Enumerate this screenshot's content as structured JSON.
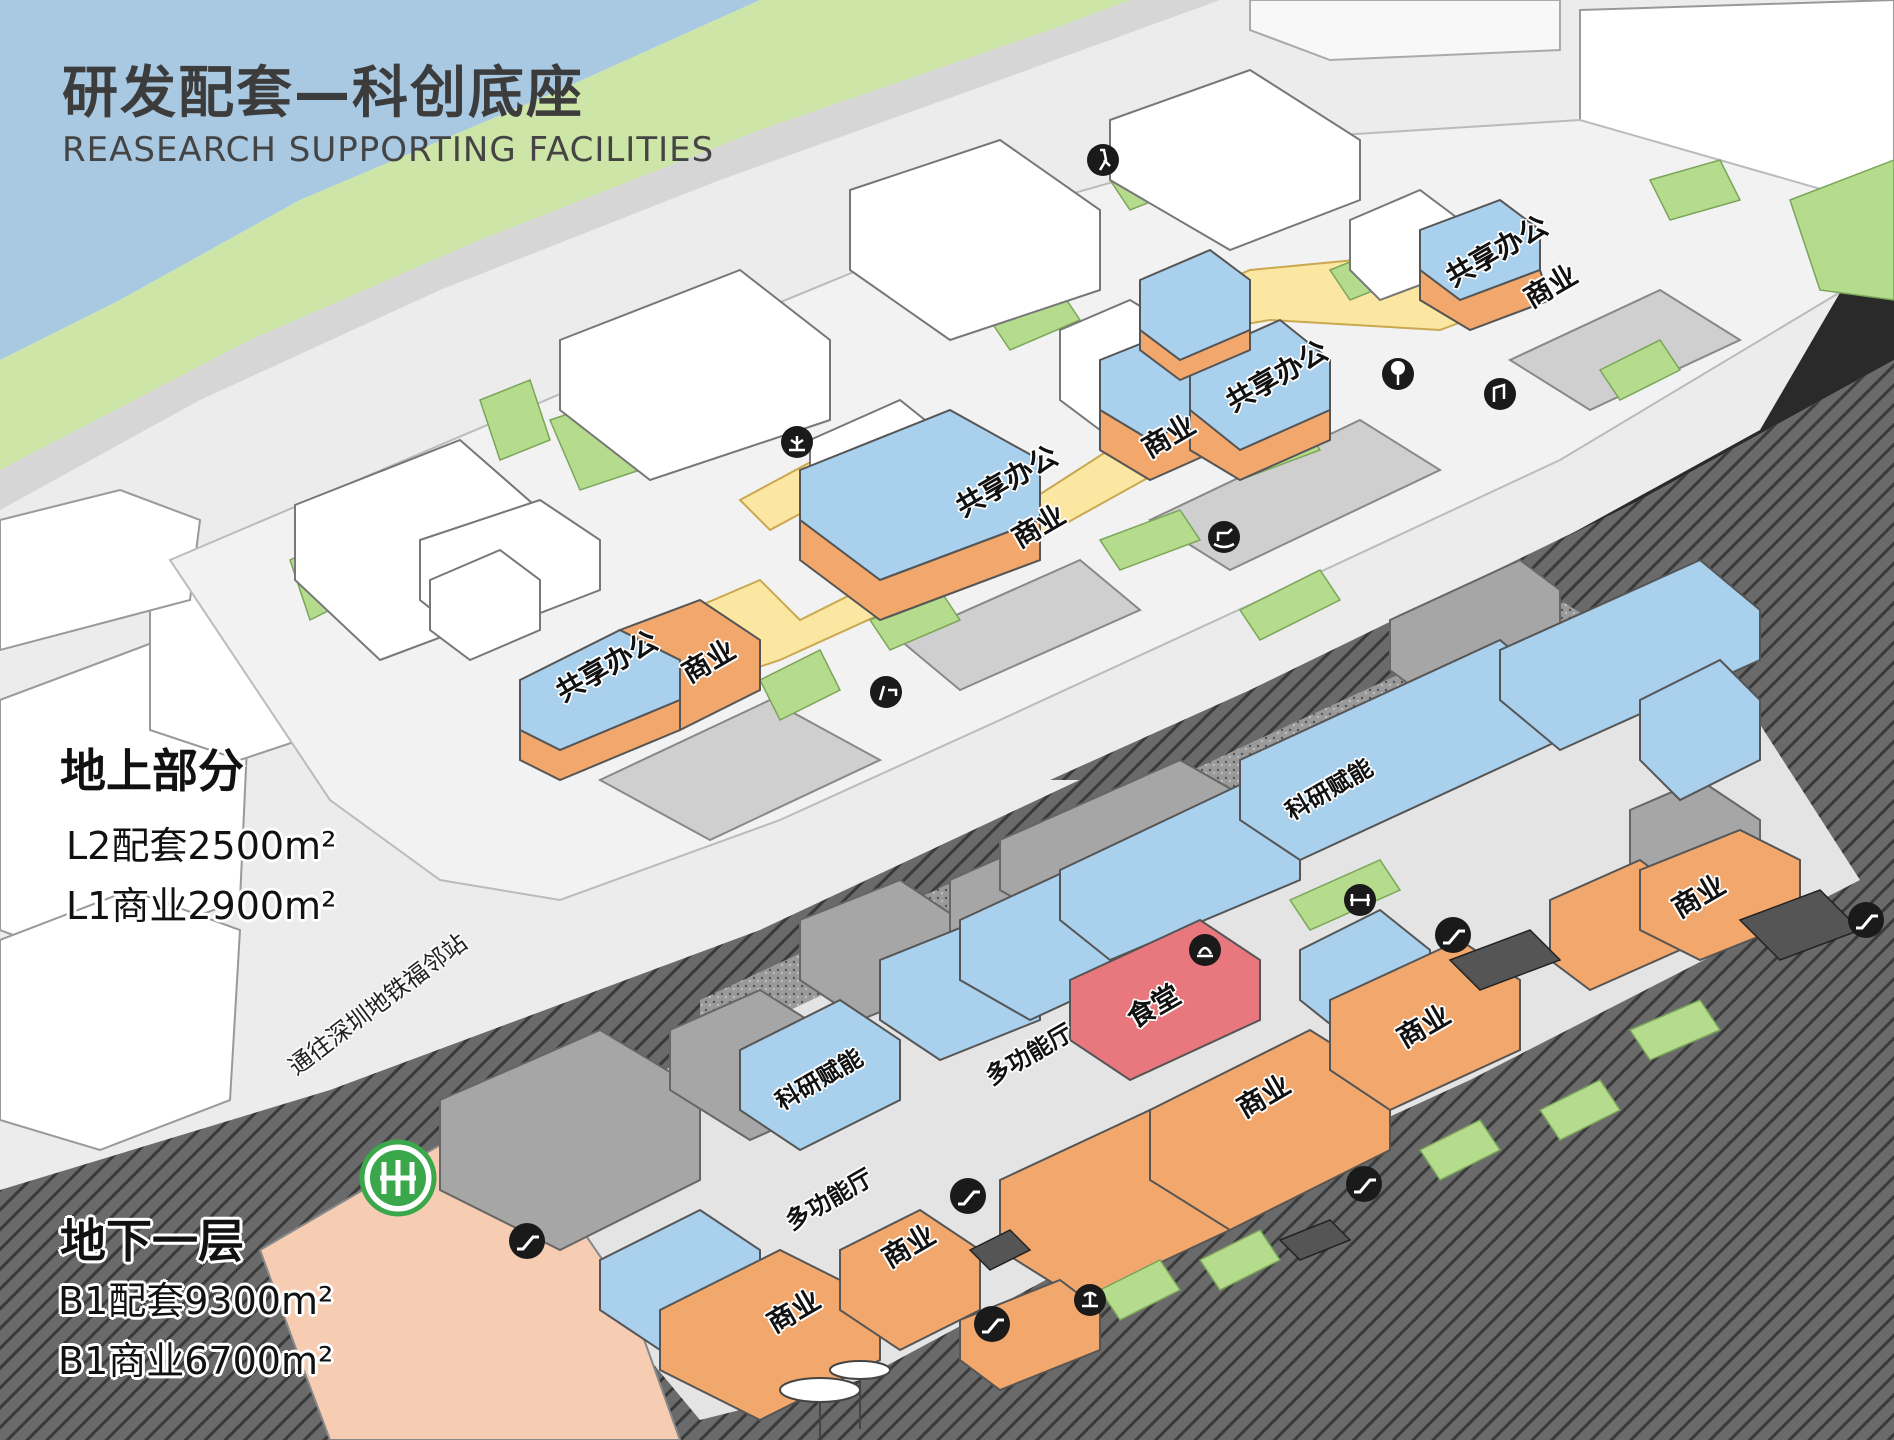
{
  "header": {
    "title": "研发配套—科创底座",
    "subtitle": "REASEARCH SUPPORTING FACILITIES"
  },
  "above_ground": {
    "title": "地上部分",
    "stats": [
      "L2配套2500m²",
      "L1商业2900m²"
    ]
  },
  "basement": {
    "title": "地下一层",
    "stats": [
      "B1配套9300m²",
      "B1商业6700m²"
    ]
  },
  "metro": {
    "label": "通往深圳地铁福邻站"
  },
  "labels": {
    "shared_office": "共享办公",
    "commerce": "商业",
    "rnd": "科研赋能",
    "multi_hall": "多功能厅",
    "canteen": "食堂"
  },
  "colors": {
    "river": "#a9c9e2",
    "green": "#b5dc8c",
    "office_blue": "#a9d0ec",
    "commerce_orange": "#f2a86c",
    "link_yellow": "#fbe6a2",
    "canteen_red": "#e8787e",
    "metro_green": "#3aa84a",
    "hatch_dark": "#5a5a5a"
  },
  "icons": [
    "walk-icon",
    "dog-walk-icon",
    "plant-icon",
    "tree-icon",
    "music-icon",
    "rocking-horse-icon",
    "escalator-icon",
    "dining-icon",
    "fitness-icon",
    "fountain-icon",
    "metro-logo-icon"
  ]
}
